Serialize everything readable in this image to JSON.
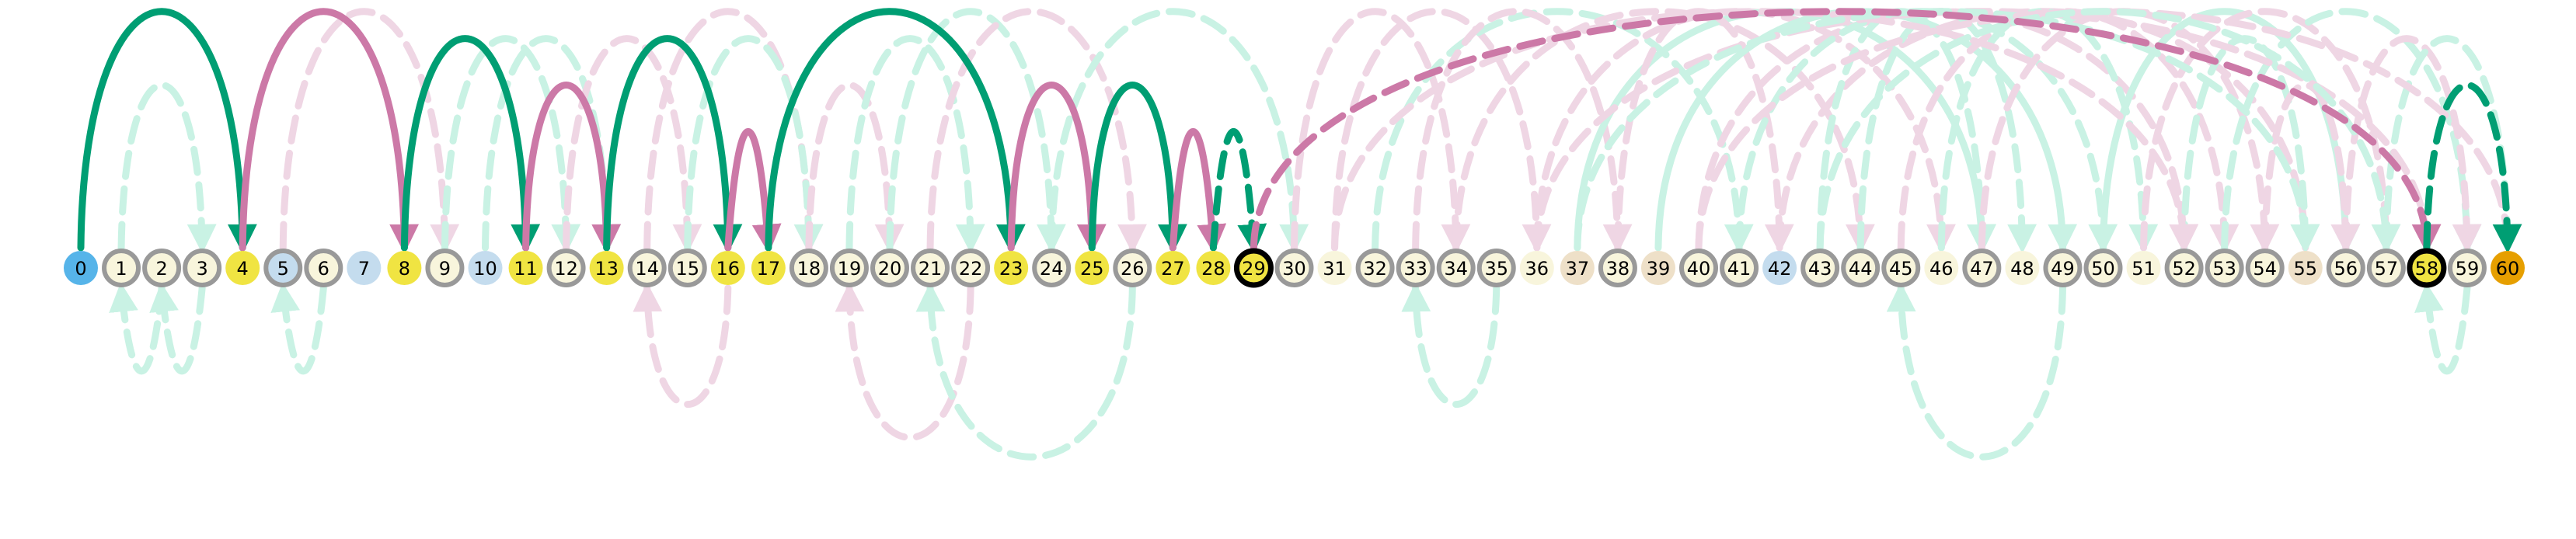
{
  "colors": {
    "background": "#ffffff",
    "arc_pink": "#cc79a7",
    "arc_green": "#009e73",
    "arc_pink_faint": "#efd6e4",
    "arc_green_faint": "#c9f2e4",
    "node_ring": "#999999",
    "node_ring_highlight": "#000000",
    "node_fill_default": "#f8f5dc",
    "node_fill_yellow": "#f0e442",
    "node_fill_blue": "#56b4e9",
    "node_fill_lightblue": "#c4dcee",
    "node_fill_tan": "#eee0c8",
    "node_fill_orange": "#e69f00"
  },
  "nodes": [
    {
      "label": "0",
      "fill": "blue",
      "ring": "none"
    },
    {
      "label": "1",
      "fill": "default",
      "ring": "gray"
    },
    {
      "label": "2",
      "fill": "default",
      "ring": "gray"
    },
    {
      "label": "3",
      "fill": "default",
      "ring": "gray"
    },
    {
      "label": "4",
      "fill": "yellow",
      "ring": "none"
    },
    {
      "label": "5",
      "fill": "lightblue",
      "ring": "gray"
    },
    {
      "label": "6",
      "fill": "default",
      "ring": "gray"
    },
    {
      "label": "7",
      "fill": "lightblue",
      "ring": "none"
    },
    {
      "label": "8",
      "fill": "yellow",
      "ring": "none"
    },
    {
      "label": "9",
      "fill": "default",
      "ring": "gray"
    },
    {
      "label": "10",
      "fill": "lightblue",
      "ring": "none"
    },
    {
      "label": "11",
      "fill": "yellow",
      "ring": "none"
    },
    {
      "label": "12",
      "fill": "default",
      "ring": "gray"
    },
    {
      "label": "13",
      "fill": "yellow",
      "ring": "none"
    },
    {
      "label": "14",
      "fill": "default",
      "ring": "gray"
    },
    {
      "label": "15",
      "fill": "default",
      "ring": "gray"
    },
    {
      "label": "16",
      "fill": "yellow",
      "ring": "none"
    },
    {
      "label": "17",
      "fill": "yellow",
      "ring": "none"
    },
    {
      "label": "18",
      "fill": "default",
      "ring": "gray"
    },
    {
      "label": "19",
      "fill": "default",
      "ring": "gray"
    },
    {
      "label": "20",
      "fill": "default",
      "ring": "gray"
    },
    {
      "label": "21",
      "fill": "default",
      "ring": "gray"
    },
    {
      "label": "22",
      "fill": "default",
      "ring": "gray"
    },
    {
      "label": "23",
      "fill": "yellow",
      "ring": "none"
    },
    {
      "label": "24",
      "fill": "default",
      "ring": "gray"
    },
    {
      "label": "25",
      "fill": "yellow",
      "ring": "none"
    },
    {
      "label": "26",
      "fill": "default",
      "ring": "gray"
    },
    {
      "label": "27",
      "fill": "yellow",
      "ring": "none"
    },
    {
      "label": "28",
      "fill": "yellow",
      "ring": "none"
    },
    {
      "label": "29",
      "fill": "yellow",
      "ring": "black"
    },
    {
      "label": "30",
      "fill": "default",
      "ring": "gray"
    },
    {
      "label": "31",
      "fill": "default",
      "ring": "none"
    },
    {
      "label": "32",
      "fill": "default",
      "ring": "gray"
    },
    {
      "label": "33",
      "fill": "default",
      "ring": "gray"
    },
    {
      "label": "34",
      "fill": "default",
      "ring": "gray"
    },
    {
      "label": "35",
      "fill": "default",
      "ring": "gray"
    },
    {
      "label": "36",
      "fill": "default",
      "ring": "none"
    },
    {
      "label": "37",
      "fill": "tan",
      "ring": "none"
    },
    {
      "label": "38",
      "fill": "default",
      "ring": "gray"
    },
    {
      "label": "39",
      "fill": "tan",
      "ring": "none"
    },
    {
      "label": "40",
      "fill": "default",
      "ring": "gray"
    },
    {
      "label": "41",
      "fill": "default",
      "ring": "gray"
    },
    {
      "label": "42",
      "fill": "lightblue",
      "ring": "none"
    },
    {
      "label": "43",
      "fill": "default",
      "ring": "gray"
    },
    {
      "label": "44",
      "fill": "default",
      "ring": "gray"
    },
    {
      "label": "45",
      "fill": "default",
      "ring": "gray"
    },
    {
      "label": "46",
      "fill": "default",
      "ring": "none"
    },
    {
      "label": "47",
      "fill": "default",
      "ring": "gray"
    },
    {
      "label": "48",
      "fill": "default",
      "ring": "none"
    },
    {
      "label": "49",
      "fill": "default",
      "ring": "gray"
    },
    {
      "label": "50",
      "fill": "default",
      "ring": "gray"
    },
    {
      "label": "51",
      "fill": "default",
      "ring": "none"
    },
    {
      "label": "52",
      "fill": "default",
      "ring": "gray"
    },
    {
      "label": "53",
      "fill": "default",
      "ring": "gray"
    },
    {
      "label": "54",
      "fill": "default",
      "ring": "gray"
    },
    {
      "label": "55",
      "fill": "tan",
      "ring": "none"
    },
    {
      "label": "56",
      "fill": "default",
      "ring": "gray"
    },
    {
      "label": "57",
      "fill": "default",
      "ring": "gray"
    },
    {
      "label": "58",
      "fill": "yellow",
      "ring": "black"
    },
    {
      "label": "59",
      "fill": "default",
      "ring": "gray"
    },
    {
      "label": "60",
      "fill": "orange",
      "ring": "none"
    }
  ],
  "edges": {
    "highlighted": [
      {
        "from": 0,
        "to": 4,
        "color": "green",
        "dashed": false
      },
      {
        "from": 4,
        "to": 8,
        "color": "pink",
        "dashed": false
      },
      {
        "from": 8,
        "to": 11,
        "color": "green",
        "dashed": false
      },
      {
        "from": 11,
        "to": 13,
        "color": "pink",
        "dashed": false
      },
      {
        "from": 13,
        "to": 16,
        "color": "green",
        "dashed": false
      },
      {
        "from": 16,
        "to": 17,
        "color": "pink",
        "dashed": false
      },
      {
        "from": 17,
        "to": 23,
        "color": "green",
        "dashed": false
      },
      {
        "from": 23,
        "to": 25,
        "color": "pink",
        "dashed": false
      },
      {
        "from": 25,
        "to": 27,
        "color": "green",
        "dashed": false
      },
      {
        "from": 27,
        "to": 28,
        "color": "pink",
        "dashed": false
      },
      {
        "from": 28,
        "to": 29,
        "color": "green",
        "dashed": true
      },
      {
        "from": 29,
        "to": 58,
        "color": "pink",
        "dashed": true
      },
      {
        "from": 58,
        "to": 60,
        "color": "green",
        "dashed": true
      }
    ],
    "faint": [
      {
        "from": 1,
        "to": 3,
        "color": "green",
        "dashed": true
      },
      {
        "from": 2,
        "to": 1,
        "color": "green",
        "dashed": true
      },
      {
        "from": 3,
        "to": 2,
        "color": "green",
        "dashed": true
      },
      {
        "from": 5,
        "to": 9,
        "color": "pink",
        "dashed": true
      },
      {
        "from": 6,
        "to": 5,
        "color": "green",
        "dashed": true
      },
      {
        "from": 9,
        "to": 12,
        "color": "green",
        "dashed": true
      },
      {
        "from": 10,
        "to": 13,
        "color": "green",
        "dashed": true
      },
      {
        "from": 12,
        "to": 15,
        "color": "pink",
        "dashed": true
      },
      {
        "from": 14,
        "to": 18,
        "color": "pink",
        "dashed": true
      },
      {
        "from": 15,
        "to": 18,
        "color": "green",
        "dashed": true
      },
      {
        "from": 16,
        "to": 14,
        "color": "pink",
        "dashed": true
      },
      {
        "from": 18,
        "to": 20,
        "color": "pink",
        "dashed": true
      },
      {
        "from": 19,
        "to": 22,
        "color": "green",
        "dashed": true
      },
      {
        "from": 20,
        "to": 24,
        "color": "green",
        "dashed": true
      },
      {
        "from": 21,
        "to": 26,
        "color": "pink",
        "dashed": true
      },
      {
        "from": 22,
        "to": 19,
        "color": "pink",
        "dashed": true
      },
      {
        "from": 24,
        "to": 30,
        "color": "green",
        "dashed": true
      },
      {
        "from": 26,
        "to": 21,
        "color": "green",
        "dashed": true
      },
      {
        "from": 30,
        "to": 34,
        "color": "pink",
        "dashed": true
      },
      {
        "from": 31,
        "to": 36,
        "color": "pink",
        "dashed": true
      },
      {
        "from": 32,
        "to": 41,
        "color": "green",
        "dashed": true
      },
      {
        "from": 33,
        "to": 38,
        "color": "pink",
        "dashed": true
      },
      {
        "from": 34,
        "to": 44,
        "color": "pink",
        "dashed": true
      },
      {
        "from": 35,
        "to": 33,
        "color": "green",
        "dashed": true
      },
      {
        "from": 36,
        "to": 46,
        "color": "pink",
        "dashed": true
      },
      {
        "from": 37,
        "to": 47,
        "color": "green",
        "dashed": false
      },
      {
        "from": 38,
        "to": 42,
        "color": "pink",
        "dashed": true
      },
      {
        "from": 39,
        "to": 49,
        "color": "green",
        "dashed": false
      },
      {
        "from": 40,
        "to": 52,
        "color": "pink",
        "dashed": true
      },
      {
        "from": 41,
        "to": 50,
        "color": "green",
        "dashed": true
      },
      {
        "from": 42,
        "to": 55,
        "color": "pink",
        "dashed": true
      },
      {
        "from": 43,
        "to": 47,
        "color": "green",
        "dashed": true
      },
      {
        "from": 44,
        "to": 48,
        "color": "green",
        "dashed": true
      },
      {
        "from": 45,
        "to": 53,
        "color": "pink",
        "dashed": true
      },
      {
        "from": 46,
        "to": 51,
        "color": "green",
        "dashed": true
      },
      {
        "from": 47,
        "to": 54,
        "color": "pink",
        "dashed": true
      },
      {
        "from": 49,
        "to": 45,
        "color": "green",
        "dashed": true
      },
      {
        "from": 50,
        "to": 56,
        "color": "green",
        "dashed": false
      },
      {
        "from": 51,
        "to": 57,
        "color": "pink",
        "dashed": true
      },
      {
        "from": 52,
        "to": 55,
        "color": "green",
        "dashed": true
      },
      {
        "from": 53,
        "to": 59,
        "color": "green",
        "dashed": true
      },
      {
        "from": 54,
        "to": 56,
        "color": "pink",
        "dashed": true
      },
      {
        "from": 56,
        "to": 59,
        "color": "pink",
        "dashed": true
      },
      {
        "from": 57,
        "to": 60,
        "color": "green",
        "dashed": true
      },
      {
        "from": 59,
        "to": 58,
        "color": "green",
        "dashed": true
      },
      {
        "from": 36,
        "to": 58,
        "color": "pink",
        "dashed": true
      },
      {
        "from": 31,
        "to": 52,
        "color": "pink",
        "dashed": true
      },
      {
        "from": 37,
        "to": 55,
        "color": "green",
        "dashed": true
      },
      {
        "from": 40,
        "to": 60,
        "color": "pink",
        "dashed": true
      },
      {
        "from": 43,
        "to": 57,
        "color": "green",
        "dashed": true
      }
    ]
  }
}
